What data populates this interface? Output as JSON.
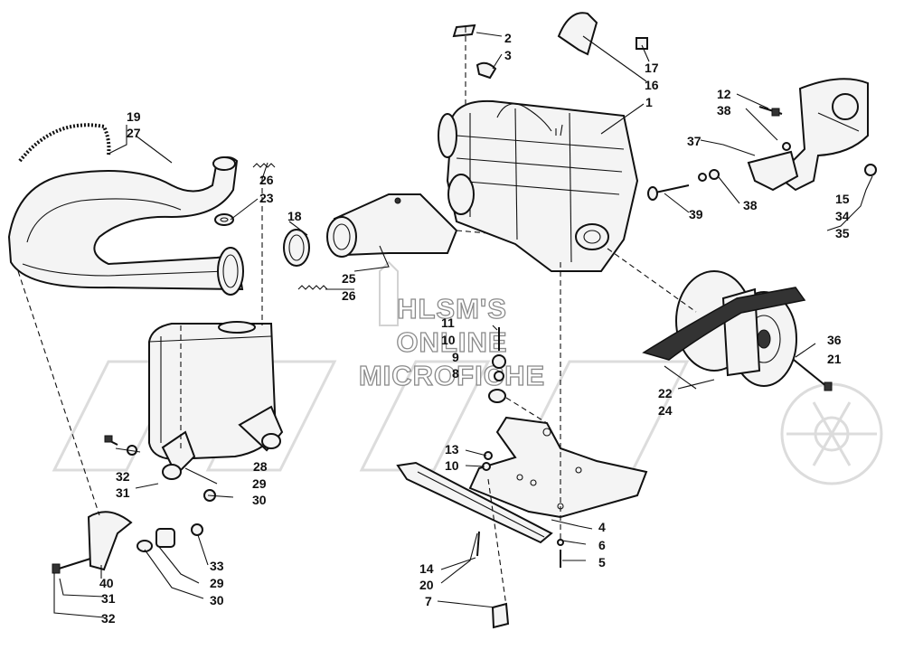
{
  "watermark": {
    "lines": [
      "HLSM'S",
      "ONLINE",
      "MICROFICHE"
    ]
  },
  "callouts": [
    {
      "id": "c2",
      "text": "2"
    },
    {
      "id": "c3",
      "text": "3"
    },
    {
      "id": "c17",
      "text": "17"
    },
    {
      "id": "c16",
      "text": "16"
    },
    {
      "id": "c1",
      "text": "1"
    },
    {
      "id": "c19",
      "text": "19"
    },
    {
      "id": "c27",
      "text": "27"
    },
    {
      "id": "c26a",
      "text": "26"
    },
    {
      "id": "c23",
      "text": "23"
    },
    {
      "id": "c18",
      "text": "18"
    },
    {
      "id": "c25",
      "text": "25"
    },
    {
      "id": "c26b",
      "text": "26"
    },
    {
      "id": "c12",
      "text": "12"
    },
    {
      "id": "c38a",
      "text": "38"
    },
    {
      "id": "c37",
      "text": "37"
    },
    {
      "id": "c38b",
      "text": "38"
    },
    {
      "id": "c39",
      "text": "39"
    },
    {
      "id": "c15",
      "text": "15"
    },
    {
      "id": "c34",
      "text": "34"
    },
    {
      "id": "c35",
      "text": "35"
    },
    {
      "id": "c11",
      "text": "11"
    },
    {
      "id": "c10a",
      "text": "10"
    },
    {
      "id": "c9",
      "text": "9"
    },
    {
      "id": "c8",
      "text": "8"
    },
    {
      "id": "c36",
      "text": "36"
    },
    {
      "id": "c21",
      "text": "21"
    },
    {
      "id": "c22",
      "text": "22"
    },
    {
      "id": "c24",
      "text": "24"
    },
    {
      "id": "c28",
      "text": "28"
    },
    {
      "id": "c32a",
      "text": "32"
    },
    {
      "id": "c31a",
      "text": "31"
    },
    {
      "id": "c29a",
      "text": "29"
    },
    {
      "id": "c30a",
      "text": "30"
    },
    {
      "id": "c13",
      "text": "13"
    },
    {
      "id": "c10b",
      "text": "10"
    },
    {
      "id": "c4",
      "text": "4"
    },
    {
      "id": "c6",
      "text": "6"
    },
    {
      "id": "c5",
      "text": "5"
    },
    {
      "id": "c14",
      "text": "14"
    },
    {
      "id": "c20",
      "text": "20"
    },
    {
      "id": "c7",
      "text": "7"
    },
    {
      "id": "c33",
      "text": "33"
    },
    {
      "id": "c29b",
      "text": "29"
    },
    {
      "id": "c30b",
      "text": "30"
    },
    {
      "id": "c40",
      "text": "40"
    },
    {
      "id": "c31b",
      "text": "31"
    },
    {
      "id": "c32b",
      "text": "32"
    }
  ]
}
